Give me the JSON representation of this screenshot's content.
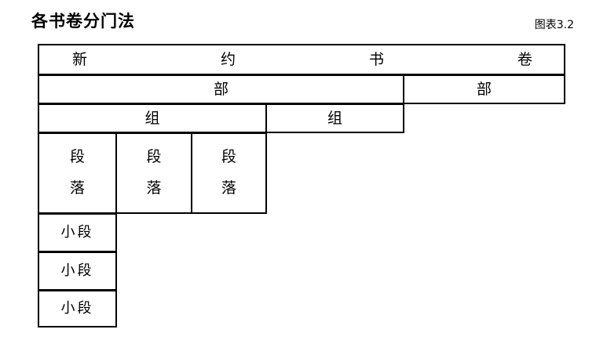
{
  "header": {
    "title": "各书卷分门法",
    "figure_label": "图表3.2"
  },
  "diagram": {
    "type": "hierarchy-table",
    "rows": [
      {
        "name": "book-row",
        "cells": [
          {
            "text": "新"
          },
          {
            "text": "约"
          },
          {
            "text": "书"
          },
          {
            "text": "卷"
          }
        ]
      },
      {
        "name": "section-row",
        "cells": [
          {
            "text": "部"
          },
          {
            "text": "部"
          }
        ]
      },
      {
        "name": "group-row",
        "cells": [
          {
            "text": "组"
          },
          {
            "text": "组"
          }
        ]
      },
      {
        "name": "paragraph-row",
        "cells": [
          {
            "line1": "段",
            "line2": "落"
          },
          {
            "line1": "段",
            "line2": "落"
          },
          {
            "line1": "段",
            "line2": "落"
          }
        ]
      },
      {
        "name": "subparagraph-rows",
        "cells": [
          {
            "text": "小段"
          },
          {
            "text": "小段"
          },
          {
            "text": "小段"
          }
        ]
      }
    ]
  },
  "colors": {
    "border": "#000000",
    "text": "#000000",
    "background": "#ffffff"
  }
}
